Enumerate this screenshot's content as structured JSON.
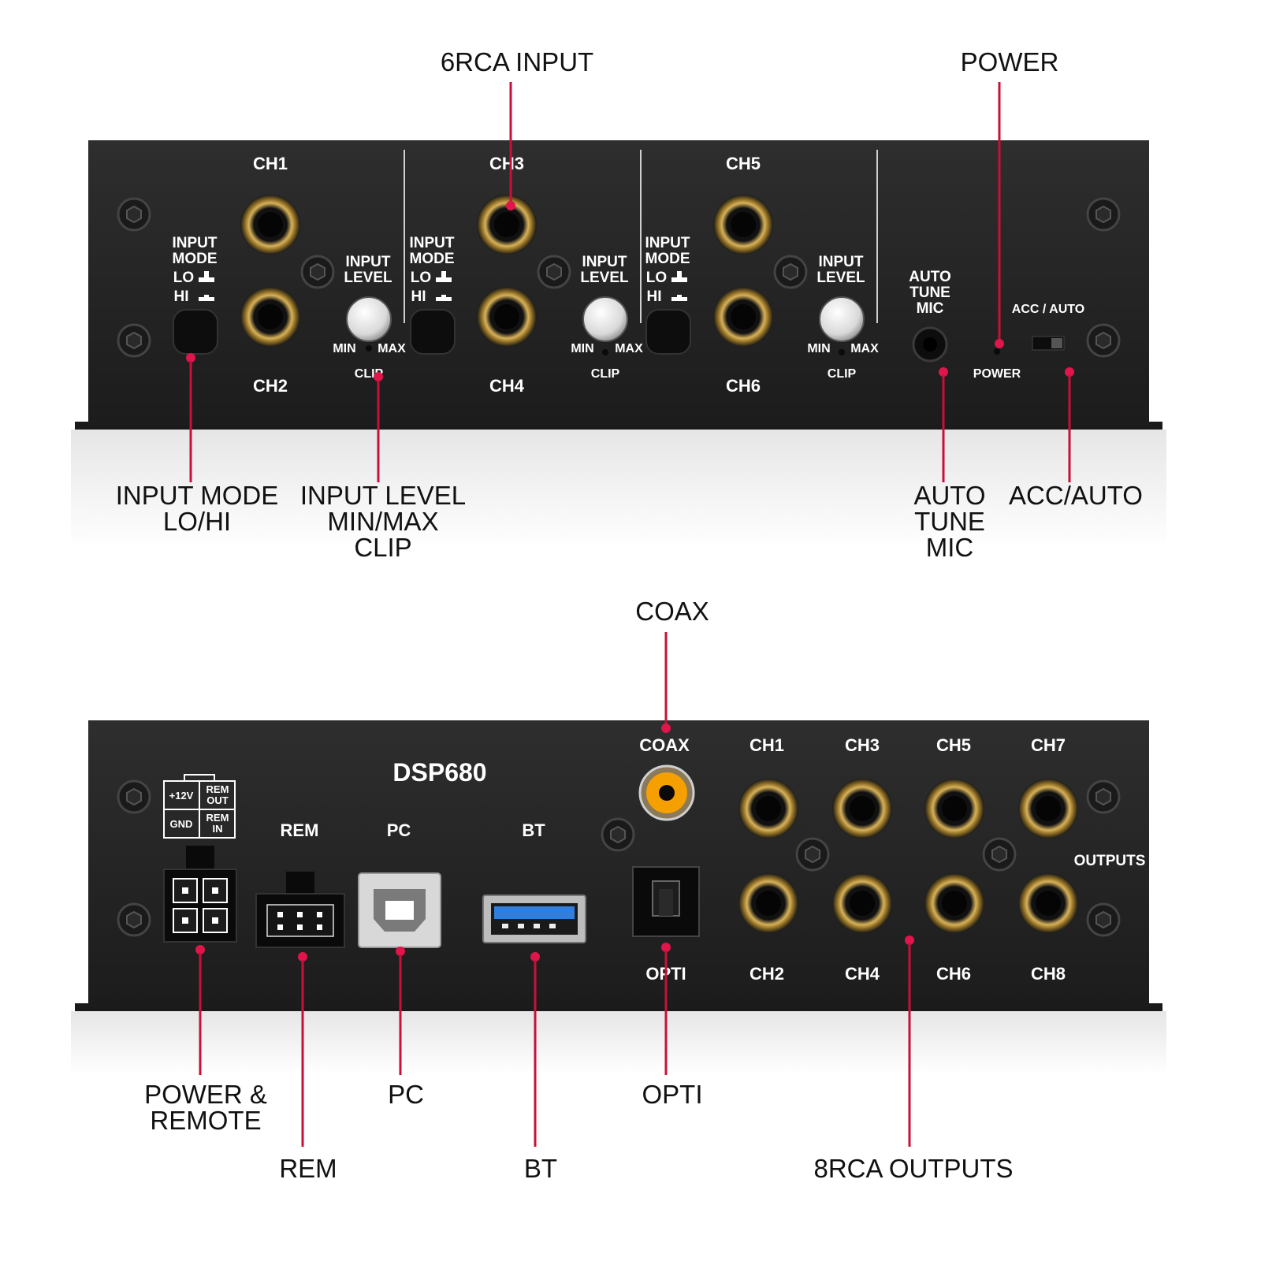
{
  "top_panel": {
    "channels": [
      "CH1",
      "CH2",
      "CH3",
      "CH4",
      "CH5",
      "CH6"
    ],
    "input_mode_label_1": "INPUT",
    "input_mode_label_2": "MODE",
    "lo": "LO",
    "hi": "HI",
    "input_level_label_1": "INPUT",
    "input_level_label_2": "LEVEL",
    "min": "MIN",
    "max": "MAX",
    "clip": "CLIP",
    "auto_tune_1": "AUTO",
    "auto_tune_2": "TUNE",
    "auto_tune_3": "MIC",
    "power": "POWER",
    "acc_auto": "ACC / AUTO"
  },
  "top_callouts": {
    "rca_input": "6RCA INPUT",
    "power": "POWER",
    "input_mode_1": "INPUT MODE",
    "input_mode_2": "LO/HI",
    "input_level_1": "INPUT LEVEL",
    "input_level_2": "MIN/MAX",
    "input_level_3": "CLIP",
    "auto_tune_1": "AUTO",
    "auto_tune_2": "TUNE",
    "auto_tune_3": "MIC",
    "acc_auto": "ACC/AUTO"
  },
  "bottom_panel": {
    "model": "DSP680",
    "pin_12v": "+12V",
    "pin_rem_out_1": "REM",
    "pin_rem_out_2": "OUT",
    "pin_gnd": "GND",
    "pin_rem_in_1": "REM",
    "pin_rem_in_2": "IN",
    "rem": "REM",
    "pc": "PC",
    "bt": "BT",
    "coax": "COAX",
    "opti": "OPTI",
    "outputs": "OUTPUTS",
    "channels_top": [
      "CH1",
      "CH3",
      "CH5",
      "CH7"
    ],
    "channels_bottom": [
      "CH2",
      "CH4",
      "CH6",
      "CH8"
    ]
  },
  "bottom_callouts": {
    "coax": "COAX",
    "power_remote_1": "POWER &",
    "power_remote_2": "REMOTE",
    "rem": "REM",
    "pc": "PC",
    "bt": "BT",
    "opti": "OPTI",
    "rca_outputs": "8RCA OUTPUTS"
  },
  "colors": {
    "panel": "#262626",
    "leader": "#c8103a",
    "dot": "#e0154a",
    "coax_center": "#f5a000",
    "usb_blue": "#2f7fe0",
    "rca_ring": "#c9a24a"
  }
}
